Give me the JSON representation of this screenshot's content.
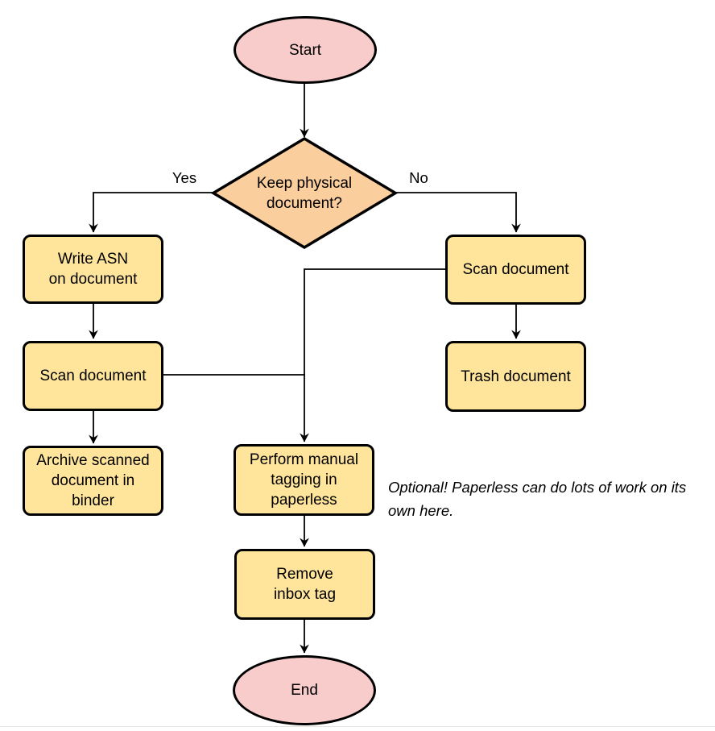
{
  "diagram": {
    "nodes": {
      "start": {
        "label": "Start"
      },
      "decision": {
        "lines": [
          "Keep physical",
          "document?"
        ]
      },
      "write_asn": {
        "lines": [
          "Write ASN",
          "on document"
        ]
      },
      "scan_left": {
        "label": "Scan document"
      },
      "archive": {
        "lines": [
          "Archive scanned",
          "document in",
          "binder"
        ]
      },
      "scan_right": {
        "label": "Scan document"
      },
      "trash": {
        "label": "Trash document"
      },
      "tagging": {
        "lines": [
          "Perform manual",
          "tagging in",
          "paperless"
        ]
      },
      "remove_inbox": {
        "lines": [
          "Remove",
          "inbox tag"
        ]
      },
      "end": {
        "label": "End"
      }
    },
    "edge_labels": {
      "yes": "Yes",
      "no": "No"
    },
    "note": "Optional! Paperless can do lots of work on its own here.",
    "colors": {
      "terminal_fill": "#F7CCCB",
      "decision_fill": "#FBCE9D",
      "process_fill": "#FFE59B",
      "stroke": "#000000"
    }
  }
}
